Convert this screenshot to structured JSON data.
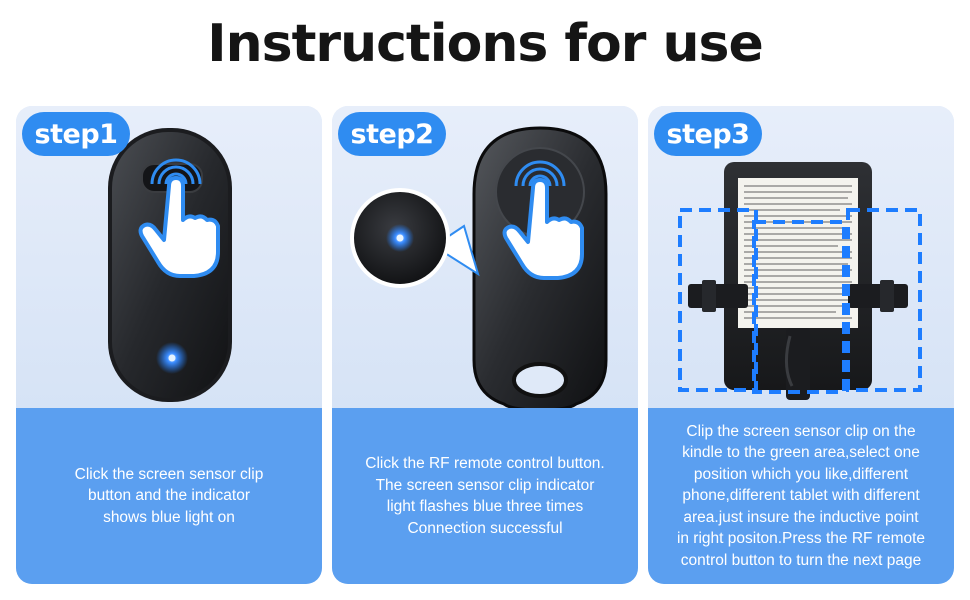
{
  "page": {
    "title": "Instructions for use"
  },
  "steps": [
    {
      "badge": "step1",
      "description": "Click the screen sensor clip\nbutton and the indicator\nshows blue light on"
    },
    {
      "badge": "step2",
      "description": "Click the RF remote control button.\nThe screen sensor clip indicator\nlight flashes blue three times\nConnection successful"
    },
    {
      "badge": "step3",
      "description": "Clip the screen sensor clip on the\nkindle to the green area,select one\nposition which you like,different\nphone,different tablet with different\narea.just insure the inductive point\nin right positon.Press the RF remote\ncontrol button to turn the next page"
    }
  ],
  "colors": {
    "accent": "#2f8cf1",
    "panel": "#5b9ff0",
    "card_bg": "#dfe9f8",
    "indicator": "#1e7dff"
  },
  "icons": [
    "tap-hand-icon",
    "indicator-light-icon",
    "zoom-callout-icon",
    "dashed-area-icon"
  ]
}
